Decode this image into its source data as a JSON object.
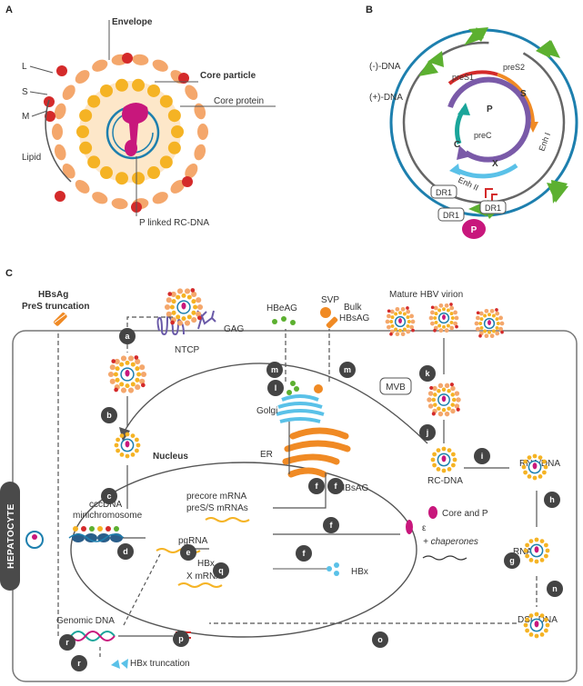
{
  "panels": {
    "a": "A",
    "b": "B",
    "c": "C"
  },
  "panel_a": {
    "envelope": "Envelope",
    "L": "L",
    "S": "S",
    "M": "M",
    "lipid": "Lipid",
    "core_particle": "Core particle",
    "core_protein": "Core protein",
    "p_linked": "P linked RC-DNA"
  },
  "panel_b": {
    "minus_dna": "(-)-DNA",
    "plus_dna": "(+)-DNA",
    "preS1": "preS1",
    "preS2": "preS2",
    "S": "S",
    "P": "P",
    "C": "C",
    "preC": "preC",
    "X": "X",
    "enh1": "Enh I",
    "enh2": "Enh II",
    "dr1": "DR1",
    "p_badge": "P"
  },
  "panel_c": {
    "hbsag_trunc_1": "HBsAg",
    "hbsag_trunc_2": "PreS truncation",
    "gag": "GAG",
    "ntcp": "NTCP",
    "hbeag": "HBeAG",
    "svp": "SVP",
    "bulk_1": "Bulk",
    "bulk_2": "HBsAG",
    "mature": "Mature HBV virion",
    "mvb": "MVB",
    "golgi": "Golgi",
    "er": "ER",
    "hbsag_er": "HBsAG",
    "nucleus": "Nucleus",
    "hepatocyte": "HEPATOCYTE",
    "precore_mrna": "precore mRNA",
    "pres_mrna": "preS/S mRNAs",
    "cccdna_1": "cccDNA",
    "cccdna_2": "minichromosome",
    "pgrna": "pgRNA",
    "hbx_mrna_1": "HBx",
    "hbx_mrna_2": "X mRNA",
    "hbx": "HBx",
    "genomic": "Genomic DNA",
    "hbx_trunc": "HBx truncation",
    "rc_dna": "RC-DNA",
    "rna_dna": "RNA/DNA",
    "core_and_p": "Core and P",
    "chaperones": "+ chaperones",
    "epsilon": "ε",
    "rna": "RNA",
    "dsl_dna": "DSL-DNA"
  },
  "steps": [
    "a",
    "b",
    "c",
    "d",
    "e",
    "f",
    "f",
    "f",
    "f",
    "g",
    "h",
    "i",
    "j",
    "k",
    "l",
    "m",
    "m",
    "n",
    "o",
    "p",
    "q",
    "r",
    "r"
  ],
  "colors": {
    "envelope": "#f4a76c",
    "core": "#f5b324",
    "red": "#d42a2a",
    "dna_blue": "#1d7fae",
    "magenta": "#c8177c",
    "green": "#5cb030",
    "orange": "#f08a24",
    "purple": "#7a5aa8",
    "teal": "#1aa59a",
    "golgi": "#5ac1e8",
    "step": "#444444"
  }
}
